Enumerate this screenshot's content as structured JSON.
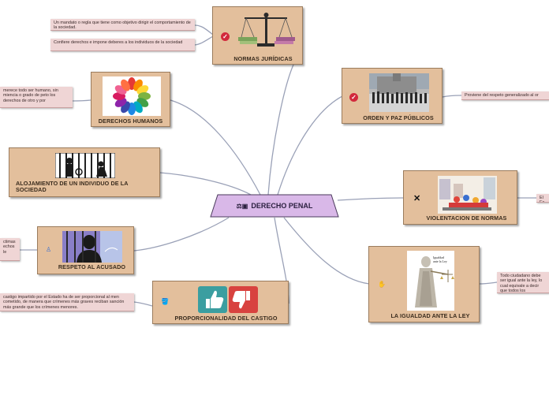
{
  "center": {
    "label": "DERECHO PENAL",
    "icon": "gavel-book-icon"
  },
  "nodes": {
    "normas": {
      "label": "NORMAS JURÍDICAS",
      "image": "justice-scale-books",
      "marker": "check-icon"
    },
    "orden": {
      "label": "ORDEN Y PAZ PÚBLICOS",
      "image": "crowd-in-plaza-photo",
      "marker": "check-icon"
    },
    "violentacion": {
      "label": "VIOLENTACION DE NORMAS",
      "image": "street-riot-cartoon",
      "marker": "cross-icon"
    },
    "igualdad": {
      "label": "LA IGUALDAD ANTE LA LEY",
      "image": "lady-justice-statue",
      "marker": "hand-icon"
    },
    "proporcionalidad": {
      "label": "PROPORCIONALIDAD DEL CASTIGO",
      "image": "thumbs-up-down",
      "marker": "bucket-icon"
    },
    "respeto": {
      "label": "RESPETO AL ACUSADO",
      "image": "silhouette-behind-bars",
      "marker": "blue-person-icon"
    },
    "alojamiento": {
      "label": "ALOJAMIENTO DE UN INDIVIDUO DE LA SOCIEDAD",
      "image": "prison-bars-figures"
    },
    "derechos": {
      "label": "DERECHOS HUMANOS",
      "image": "colorful-hands-circle"
    }
  },
  "notes": {
    "normas_1": "Un mandato o regla que tiene como objetivo dirigir el comportamiento de la sociedad.",
    "normas_2": "Confiere derechos e impone deberes a los individuos de la sociedad",
    "orden_1": "Proviene del respeto generalizado al or",
    "violentacion_1": "El Es",
    "igualdad_1": "Todo ciudadano debe ser igual ante la ley, lo cual equivale a decir que todos los ciudadanos, sin importar su condición, deben ser juzgados con la misma ley.",
    "proporcionalidad_1": "castigo impartido por el Estado ha de ser proporcional al men cometido, de manera que crímenes más graves reciban sanción más grande que los crímenes menores.",
    "respeto_1": "ctimas echos le",
    "derechos_1": "merece todo ser humano, sin miencia o grado de peto los derechos de otro y por"
  },
  "colors": {
    "node_fill": "#e3bf9c",
    "center_fill": "#d9b8e8",
    "note_fill": "#efd5d5",
    "link": "#9aa1b7",
    "check": "#d2283c"
  }
}
